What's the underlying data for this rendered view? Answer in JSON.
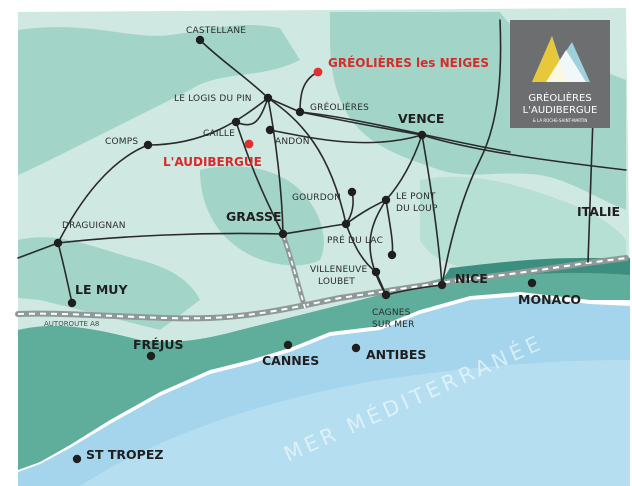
{
  "logo": {
    "line1": "GRÉOLIÈRES",
    "line2": "L'AUDIBERGUE",
    "tagline": "& LA ROCHE-SAINT-MARTIN",
    "background_color": "#6d6e70",
    "peak_colors": [
      "#e7c83b",
      "#9fd1dd",
      "#ffffff"
    ]
  },
  "places": {
    "castellane": "CASTELLANE",
    "greolieres_les_neiges": "GRÉOLIÈRES les NEIGES",
    "le_logis_du_pin": "LE LOGIS DU PIN",
    "greolieres": "GRÉOLIÈRES",
    "comps": "COMPS",
    "caille": "CAILLE",
    "andon": "ANDON",
    "vence": "VENCE",
    "laudibergue": "L'AUDIBERGUE",
    "gourdon": "GOURDON",
    "le_pont_du_loup_1": "LE PONT",
    "le_pont_du_loup_2": "DU LOUP",
    "draguignan": "DRAGUIGNAN",
    "grasse": "GRASSE",
    "pre_du_lac": "PRÉ DU LAC",
    "italie": "ITALIE",
    "villeneuve_loubet_1": "VILLENEUVE",
    "villeneuve_loubet_2": "LOUBET",
    "nice": "NICE",
    "monaco": "MONACO",
    "le_muy": "LE MUY",
    "autoroute": "AUTOROUTE A8",
    "cagnes_1": "CAGNES",
    "cagnes_2": "SUR MER",
    "frejus": "FRÉJUS",
    "cannes": "CANNES",
    "antibes": "ANTIBES",
    "st_tropez": "ST TROPEZ"
  },
  "sea_label": "MER MÉDITERRANÉE",
  "colors": {
    "land_light": "#cfe9e2",
    "land_mid": "#9fd3c6",
    "land_dark": "#5fae9c",
    "coast_dark": "#3c8f7f",
    "sea": "#a5d5ec",
    "road": "#2a2a2a",
    "highlight": "#d62b2b"
  }
}
